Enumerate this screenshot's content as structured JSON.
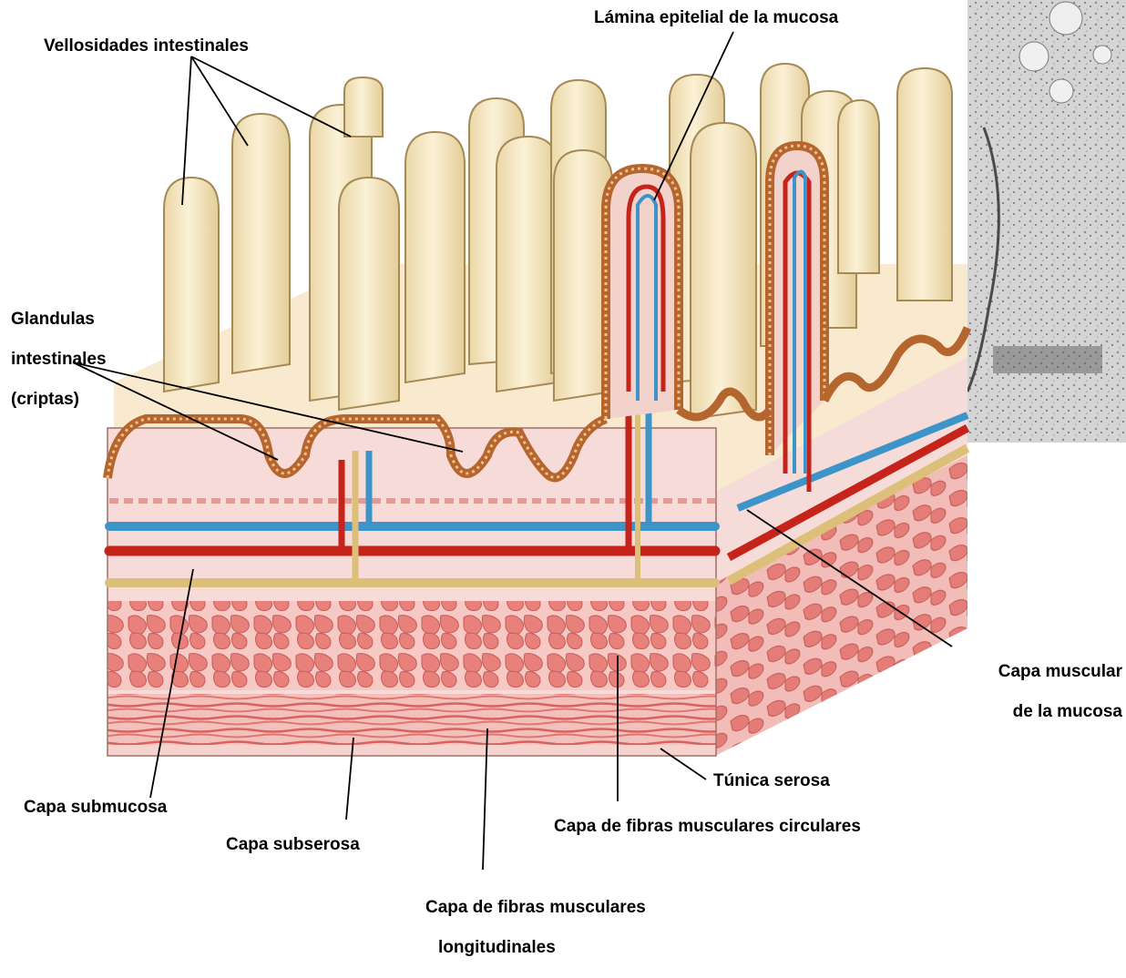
{
  "labels": {
    "vellosidades": "Vellosidades intestinales",
    "lamina": "Lámina epitelial de la mucosa",
    "glandulas_1": "Glandulas",
    "glandulas_2": "intestinales",
    "glandulas_3": "(criptas)",
    "muscular_mucosa_1": "Capa muscular",
    "muscular_mucosa_2": "de la mucosa",
    "tunica_serosa": "Túnica serosa",
    "submucosa": "Capa submucosa",
    "circulares": "Capa de fibras musculares circulares",
    "subserosa": "Capa subserosa",
    "longitudinales_1": "Capa de fibras musculares",
    "longitudinales_2": "longitudinales"
  },
  "colors": {
    "villus": "#f6e7c1",
    "villus_edge": "#a58a55",
    "epithelium": "#b5652e",
    "mucosa": "#f7d9d6",
    "muscle": "#e77f7a",
    "artery": "#c6231b",
    "vein": "#3c94c8",
    "nerve": "#dcc07a"
  }
}
